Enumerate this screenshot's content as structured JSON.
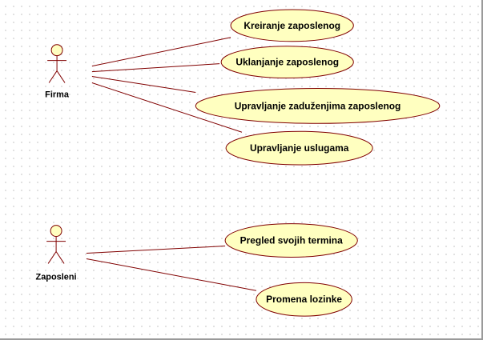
{
  "colors": {
    "use_case_fill": "#ffffc0",
    "line": "#800000",
    "text": "#000000"
  },
  "actors": [
    {
      "id": "firma",
      "label": "Firma",
      "use_cases": [
        "Kreiranje zaposlenog",
        "Uklanjanje zaposlenog",
        "Upravljanje zaduženjima zaposlenog",
        "Upravljanje uslugama"
      ]
    },
    {
      "id": "zaposleni",
      "label": "Zaposleni",
      "use_cases": [
        "Pregled svojih termina",
        "Promena lozinke"
      ]
    }
  ]
}
